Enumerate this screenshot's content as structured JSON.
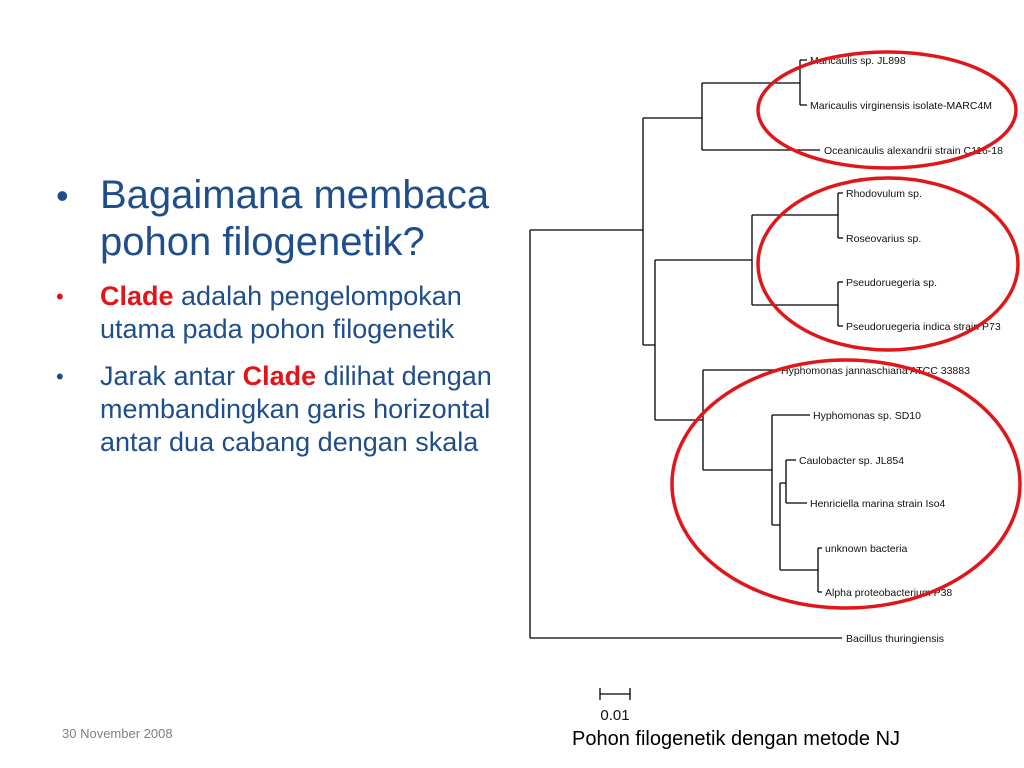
{
  "slide": {
    "bullets": {
      "main": "Bagaimana membaca pohon filogenetik?",
      "clade_def_term": "Clade",
      "clade_def_rest": " adalah pengelompokan utama pada pohon filogenetik",
      "distance_before": "Jarak antar ",
      "distance_term": "Clade",
      "distance_after": " dilihat dengan membandingkan garis horizontal antar dua cabang dengan skala"
    },
    "footer_date": "30 November 2008",
    "caption": "Pohon filogenetik dengan metode NJ"
  },
  "tree": {
    "leaves": [
      "Maricaulis sp. JL898",
      "Maricaulis virginensis isolate-MARC4M",
      "Oceanicaulis alexandrii strain C116-18",
      "Rhodovulum sp.",
      "Roseovarius sp.",
      "Pseudoruegeria sp.",
      "Pseudoruegeria indica strain P73",
      "Hyphomonas jannaschiana ATCC 33883",
      "Hyphomonas sp. SD10",
      "Caulobacter sp. JL854",
      "Henriciella marina strain Iso4",
      "unknown bacteria",
      "Alpha proteobacterium P38",
      "Bacillus thuringiensis"
    ],
    "scale_label": "0.01",
    "clade_circle_color": "#e0161b"
  }
}
